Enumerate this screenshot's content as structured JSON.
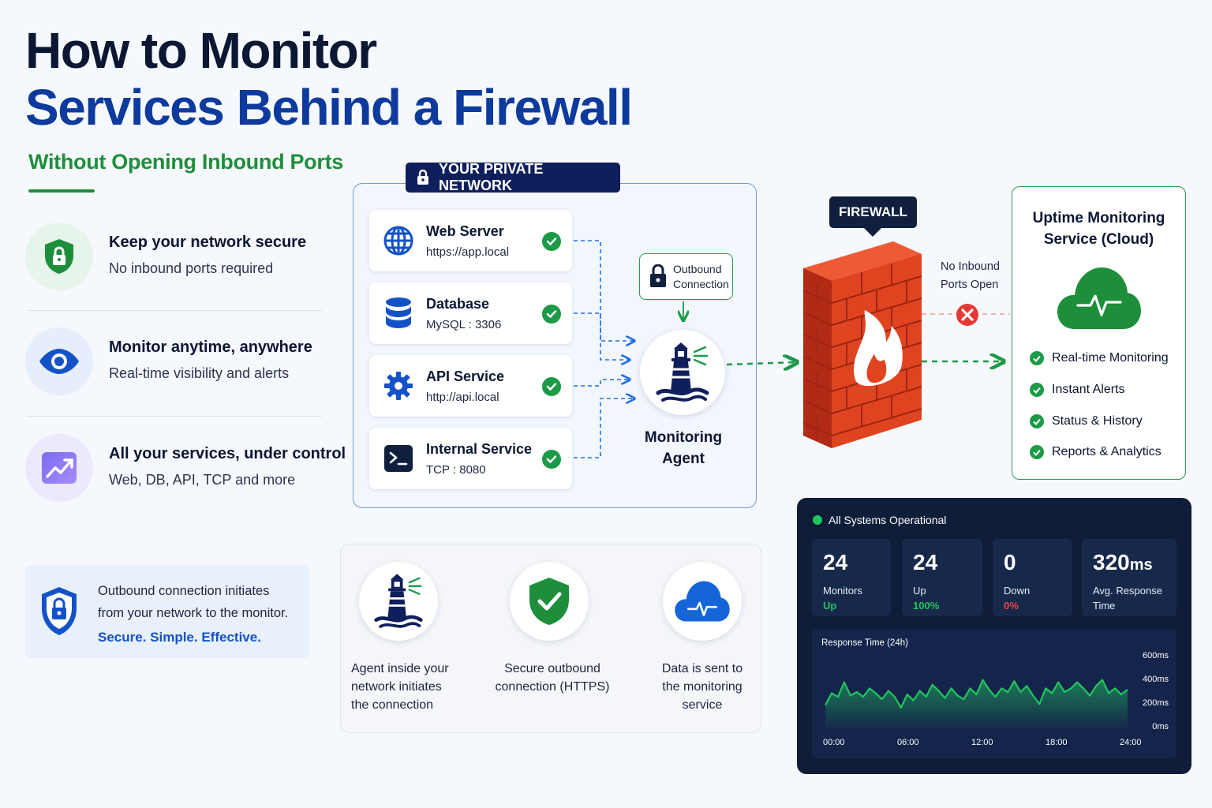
{
  "title": {
    "line1": "How to Monitor",
    "line2": "Services Behind a Firewall",
    "subtitle": "Without Opening Inbound Ports"
  },
  "features": [
    {
      "title": "Keep your network secure",
      "subtitle": "No inbound ports required",
      "icon": "shield-lock-icon"
    },
    {
      "title": "Monitor anytime, anywhere",
      "subtitle": "Real-time visibility and alerts",
      "icon": "eye-icon"
    },
    {
      "title": "All your services, under control",
      "subtitle": "Web, DB, API, TCP and more",
      "icon": "trend-chart-icon"
    }
  ],
  "info_box": {
    "line1": "Outbound connection initiates",
    "line2": "from your network to the monitor.",
    "tagline": "Secure. Simple. Effective."
  },
  "private_network": {
    "label": "YOUR PRIVATE NETWORK",
    "services": [
      {
        "name": "Web Server",
        "address": "https://app.local",
        "icon": "globe-icon"
      },
      {
        "name": "Database",
        "address": "MySQL : 3306",
        "icon": "database-icon"
      },
      {
        "name": "API Service",
        "address": "http://api.local",
        "icon": "gear-icon"
      },
      {
        "name": "Internal Service",
        "address": "TCP : 8080",
        "icon": "terminal-icon"
      }
    ],
    "outbound_label_1": "Outbound",
    "outbound_label_2": "Connection",
    "agent_label_1": "Monitoring",
    "agent_label_2": "Agent"
  },
  "firewall": {
    "label": "FIREWALL",
    "no_inbound_1": "No Inbound",
    "no_inbound_2": "Ports Open"
  },
  "cloud_service": {
    "title_1": "Uptime Monitoring",
    "title_2": "Service (Cloud)",
    "features": [
      "Real-time Monitoring",
      "Instant Alerts",
      "Status & History",
      "Reports & Analytics"
    ]
  },
  "flow": [
    {
      "caption": [
        "Agent inside your",
        "network initiates",
        "the connection"
      ],
      "icon": "lighthouse-icon"
    },
    {
      "caption": [
        "Secure outbound",
        "connection (HTTPS)"
      ],
      "icon": "shield-check-icon"
    },
    {
      "caption": [
        "Data is sent to",
        "the monitoring",
        "service"
      ],
      "icon": "cloud-pulse-icon"
    }
  ],
  "dashboard": {
    "status": "All Systems Operational",
    "stats": [
      {
        "value": "24",
        "unit": "",
        "label": "Monitors",
        "sub": "Up",
        "sub_color": "#22c55e"
      },
      {
        "value": "24",
        "unit": "",
        "label": "Up",
        "sub": "100%",
        "sub_color": "#22c55e"
      },
      {
        "value": "0",
        "unit": "",
        "label": "Down",
        "sub": "0%",
        "sub_color": "#ef4444"
      },
      {
        "value": "320",
        "unit": "ms",
        "label": "Avg. Response",
        "sub": "Time",
        "sub_color": "#e4ebf6"
      }
    ],
    "colors": {
      "accent": "#22c55e",
      "panel": "#0e1d38"
    }
  },
  "chart_data": {
    "type": "area",
    "title": "Response Time (24h)",
    "x_ticks": [
      "00:00",
      "06:00",
      "12:00",
      "18:00",
      "24:00"
    ],
    "y_ticks": [
      "600ms",
      "400ms",
      "200ms",
      "0ms"
    ],
    "ylim": [
      0,
      600
    ],
    "xlim": [
      0,
      24
    ],
    "grid": false,
    "series": [
      {
        "x": [
          0,
          0.5,
          1,
          1.5,
          2,
          2.5,
          3,
          3.5,
          4,
          4.5,
          5,
          5.5,
          6,
          6.5,
          7,
          7.5,
          8,
          8.5,
          9,
          9.5,
          10,
          10.5,
          11,
          11.5,
          12,
          12.5,
          13,
          13.5,
          14,
          14.5,
          15,
          15.5,
          16,
          16.5,
          17,
          17.5,
          18,
          18.5,
          19,
          19.5,
          20,
          20.5,
          21,
          21.5,
          22,
          22.5,
          23,
          23.5,
          24
        ],
        "values": [
          190,
          290,
          260,
          380,
          270,
          300,
          260,
          330,
          290,
          240,
          310,
          260,
          170,
          280,
          230,
          310,
          260,
          360,
          310,
          250,
          330,
          270,
          240,
          330,
          280,
          400,
          320,
          260,
          330,
          300,
          390,
          300,
          350,
          270,
          200,
          330,
          290,
          380,
          300,
          330,
          380,
          330,
          270,
          350,
          400,
          290,
          330,
          280,
          320
        ]
      }
    ]
  }
}
